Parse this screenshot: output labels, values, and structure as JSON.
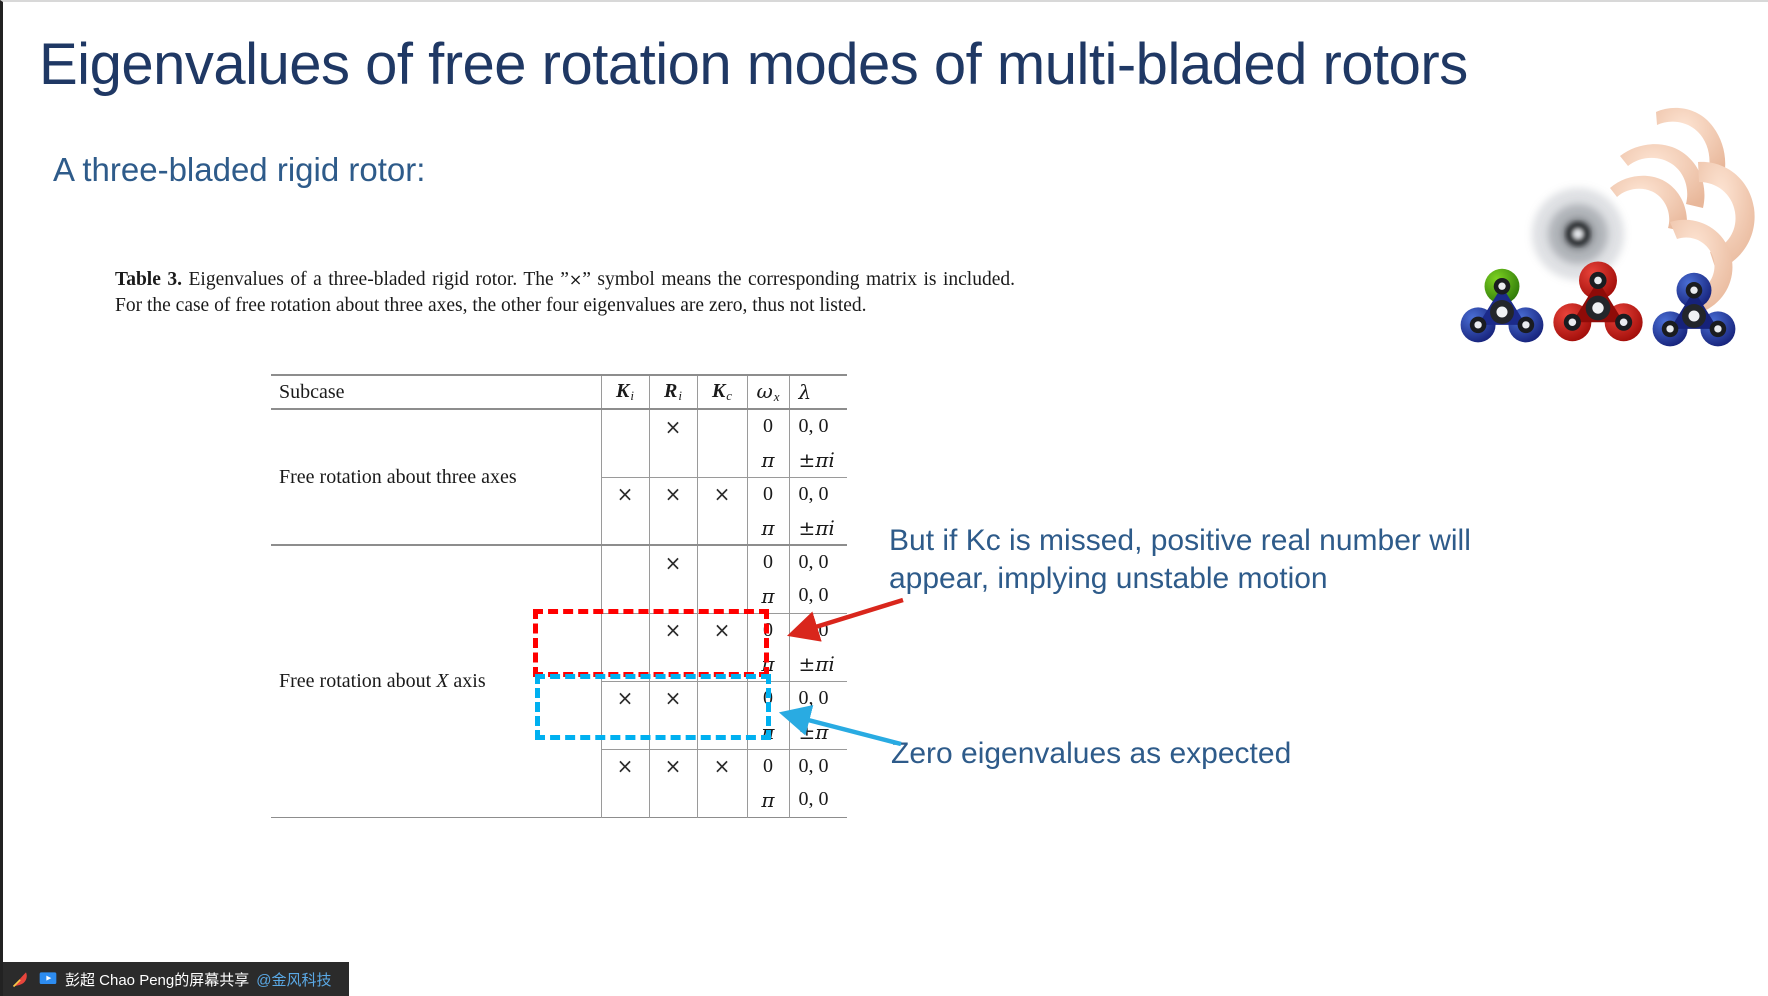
{
  "slide": {
    "title": "Eigenvalues of free rotation modes of multi-bladed rotors",
    "subtitle": "A three-bladed rigid rotor:",
    "title_color": "#1F3864",
    "subtitle_color": "#2E5B8A"
  },
  "caption": {
    "label": "Table 3.",
    "text_part1": " Eigenvalues of a three-bladed rigid rotor. The ”",
    "xsymbol": "×",
    "text_part2": "” symbol means the corresponding matrix is included. For the case of free rotation about three axes, the other four eigenvalues are zero, thus not listed."
  },
  "table": {
    "headers": {
      "subcase": "Subcase",
      "ki": "K",
      "ki_sub": "i",
      "ri": "R",
      "ri_sub": "i",
      "kc": "K",
      "kc_sub": "c",
      "omega": "ω",
      "omega_sub": "x",
      "lambda": "λ"
    },
    "groups": [
      {
        "subcase": "Free rotation about three axes",
        "blocks": [
          {
            "ki": "",
            "ri": "×",
            "kc": "",
            "rows": [
              {
                "w": "0",
                "l": "0, 0"
              },
              {
                "w": "π",
                "l": "±πi"
              }
            ],
            "mark": "none"
          },
          {
            "ki": "×",
            "ri": "×",
            "kc": "×",
            "rows": [
              {
                "w": "0",
                "l": "0, 0"
              },
              {
                "w": "π",
                "l": "±πi"
              }
            ],
            "mark": "none"
          }
        ]
      },
      {
        "subcase": "Free rotation about X axis",
        "blocks": [
          {
            "ki": "",
            "ri": "×",
            "kc": "",
            "rows": [
              {
                "w": "0",
                "l": "0, 0"
              },
              {
                "w": "π",
                "l": "0, 0"
              }
            ],
            "mark": "none"
          },
          {
            "ki": "",
            "ri": "×",
            "kc": "×",
            "rows": [
              {
                "w": "0",
                "l": "0, 0"
              },
              {
                "w": "π",
                "l": "±πi"
              }
            ],
            "mark": "none"
          },
          {
            "ki": "×",
            "ri": "×",
            "kc": "",
            "rows": [
              {
                "w": "0",
                "l": "0, 0"
              },
              {
                "w": "π",
                "l": "±π"
              }
            ],
            "mark": "red"
          },
          {
            "ki": "×",
            "ri": "×",
            "kc": "×",
            "rows": [
              {
                "w": "0",
                "l": "0, 0"
              },
              {
                "w": "π",
                "l": "0, 0"
              }
            ],
            "mark": "blue"
          }
        ]
      }
    ]
  },
  "annotations": {
    "red": {
      "text": "But if Kc is missed, positive real number will appear, implying unstable motion",
      "box_color": "#FF0000",
      "text_color": "#2E5B8A"
    },
    "blue": {
      "text": "Zero eigenvalues as expected",
      "box_color": "#00B0F0",
      "text_color": "#2E5B8A"
    }
  },
  "taskbar": {
    "share_label": "彭超 Chao Peng的屏幕共享",
    "org_label": "@金风科技",
    "background": "#2b2b2b"
  }
}
